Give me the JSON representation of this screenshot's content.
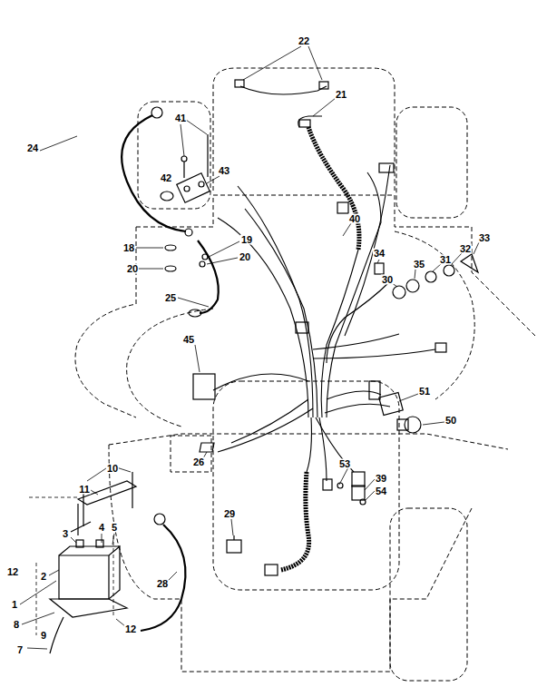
{
  "diagram": {
    "labels": [
      "22",
      "21",
      "41",
      "24",
      "43",
      "42",
      "40",
      "18",
      "19",
      "20",
      "20",
      "34",
      "33",
      "32",
      "31",
      "35",
      "30",
      "25",
      "45",
      "51",
      "50",
      "26",
      "53",
      "39",
      "54",
      "10",
      "11",
      "3",
      "4",
      "5",
      "29",
      "2",
      "12",
      "1",
      "28",
      "8",
      "9",
      "7",
      "12"
    ]
  }
}
